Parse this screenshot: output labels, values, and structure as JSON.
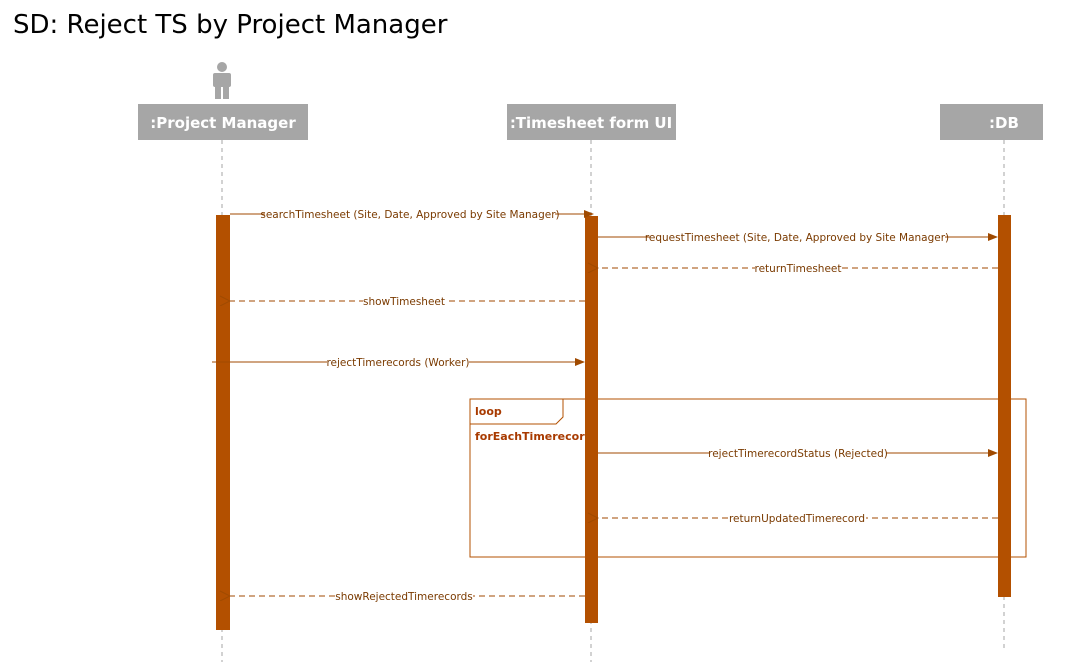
{
  "diagram": {
    "title": "SD: Reject TS by Project Manager",
    "participants": [
      {
        "id": "pm",
        "label": ":Project Manager",
        "actor": true
      },
      {
        "id": "ui",
        "label": ":Timesheet form UI",
        "actor": false
      },
      {
        "id": "db",
        "label": ":DB",
        "actor": false
      }
    ],
    "fragment": {
      "operator": "loop",
      "guard": "forEachTimerecord"
    },
    "messages": [
      {
        "from": "pm",
        "to": "ui",
        "label": "searchTimesheet (Site, Date, Approved by Site Manager)",
        "kind": "sync"
      },
      {
        "from": "ui",
        "to": "db",
        "label": "requestTimesheet (Site, Date, Approved by Site Manager)",
        "kind": "sync"
      },
      {
        "from": "db",
        "to": "ui",
        "label": "returnTimesheet",
        "kind": "return"
      },
      {
        "from": "ui",
        "to": "pm",
        "label": "showTimesheet",
        "kind": "return"
      },
      {
        "from": "pm",
        "to": "ui",
        "label": "rejectTimerecords (Worker)",
        "kind": "sync"
      },
      {
        "from": "ui",
        "to": "db",
        "label": "rejectTimerecordStatus (Rejected)",
        "kind": "sync"
      },
      {
        "from": "db",
        "to": "ui",
        "label": "returnUpdatedTimerecord",
        "kind": "return"
      },
      {
        "from": "ui",
        "to": "pm",
        "label": "showRejectedTimerecords",
        "kind": "return"
      }
    ],
    "colors": {
      "participant_box": "#a6a6a6",
      "activation": "#b35000",
      "message": "#a04a00",
      "lifeline": "#a6a6a6"
    }
  }
}
